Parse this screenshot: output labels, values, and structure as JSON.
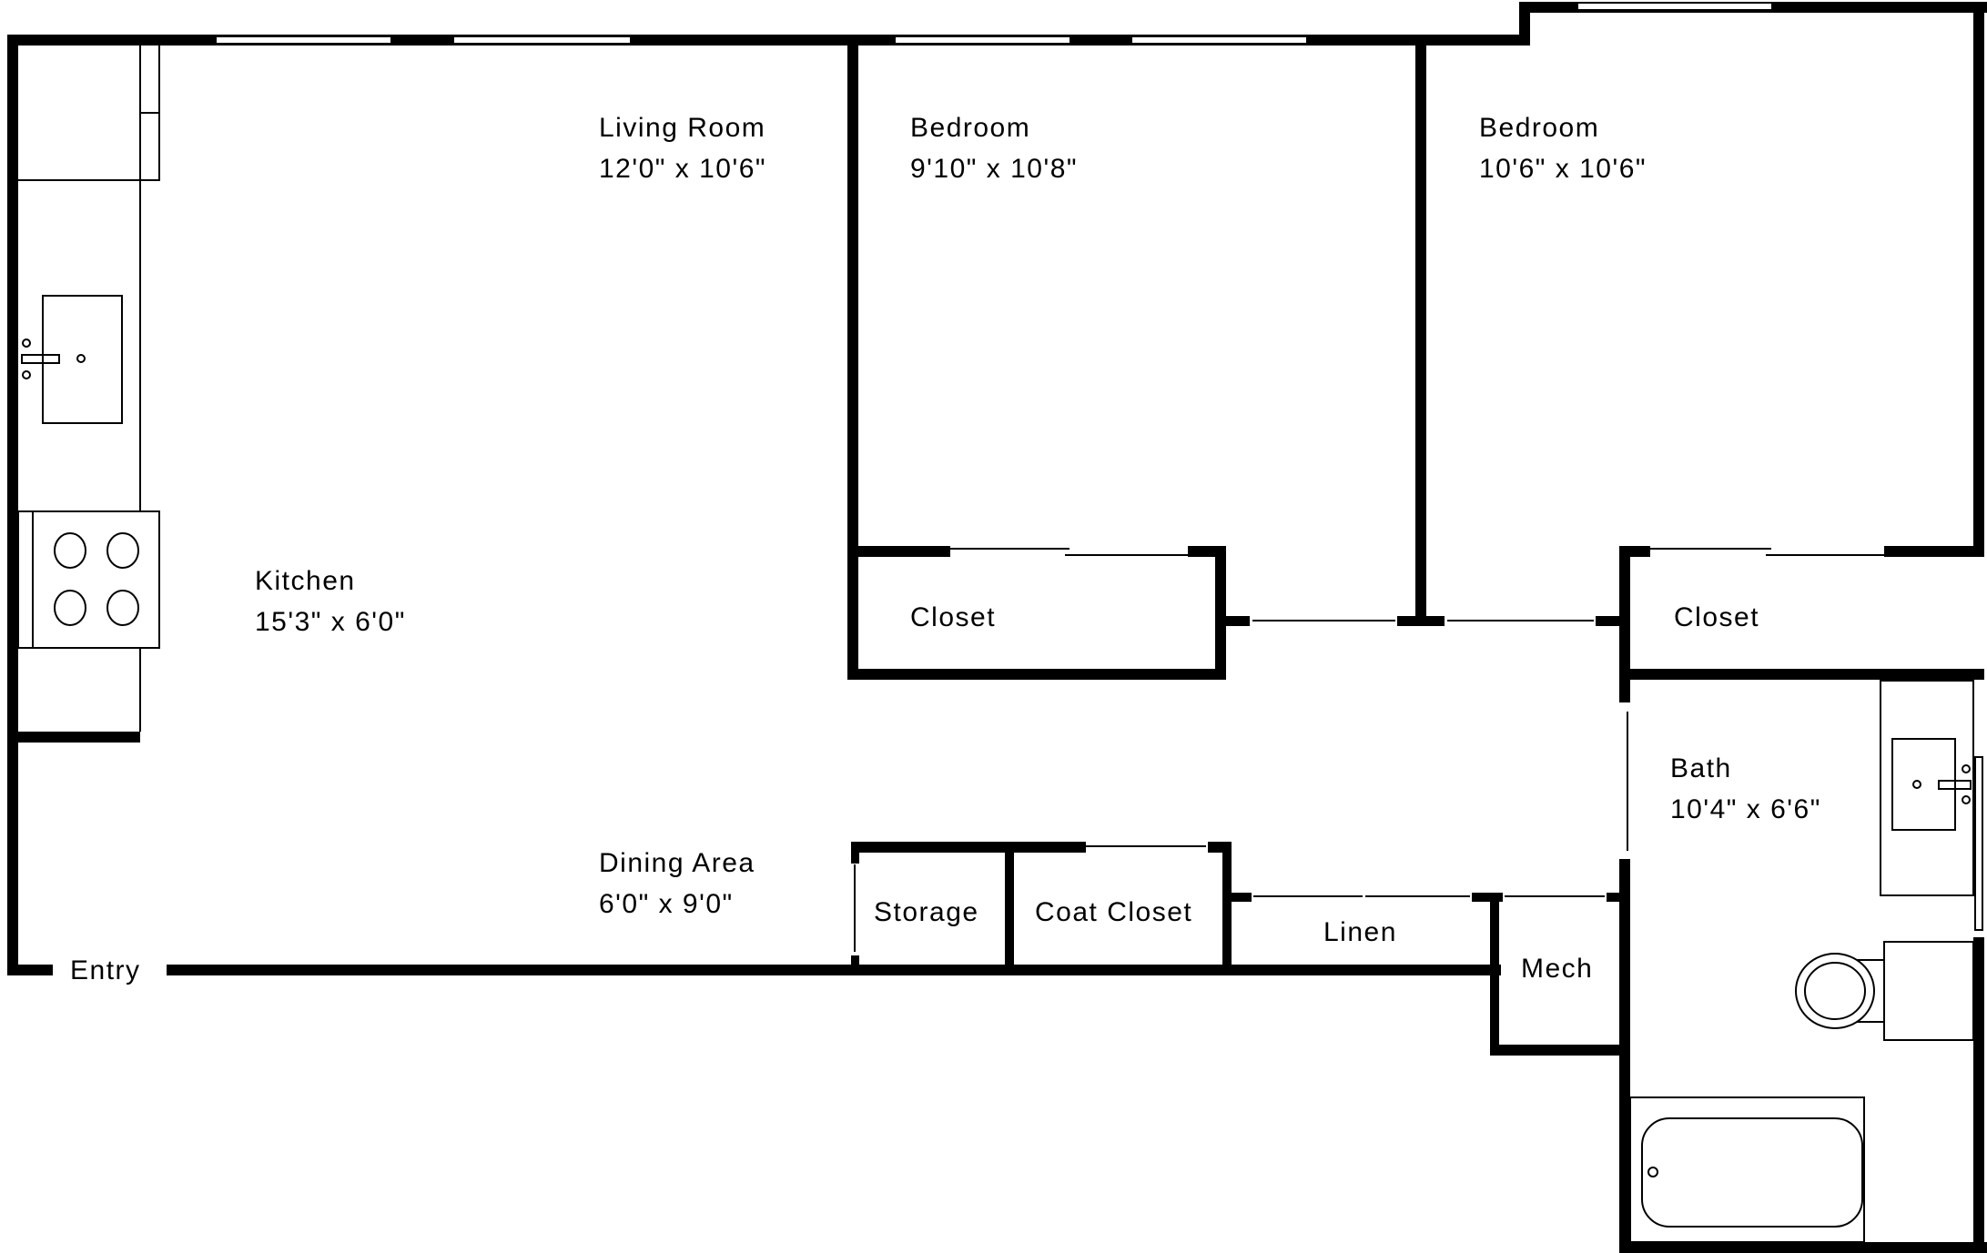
{
  "floorplan": {
    "colors": {
      "wall": "#000000",
      "background": "#ffffff"
    },
    "rooms": [
      {
        "id": "living-room",
        "name": "Living Room",
        "dimensions": "12'0\" x 10'6\""
      },
      {
        "id": "bedroom-1",
        "name": "Bedroom",
        "dimensions": "9'10\" x 10'8\""
      },
      {
        "id": "bedroom-2",
        "name": "Bedroom",
        "dimensions": "10'6\" x 10'6\""
      },
      {
        "id": "kitchen",
        "name": "Kitchen",
        "dimensions": "15'3\" x 6'0\""
      },
      {
        "id": "dining-area",
        "name": "Dining Area",
        "dimensions": "6'0\" x 9'0\""
      },
      {
        "id": "bath",
        "name": "Bath",
        "dimensions": "10'4\" x 6'6\""
      }
    ],
    "spaces": [
      {
        "id": "closet-1",
        "name": "Closet"
      },
      {
        "id": "closet-2",
        "name": "Closet"
      },
      {
        "id": "storage",
        "name": "Storage"
      },
      {
        "id": "coat-closet",
        "name": "Coat Closet"
      },
      {
        "id": "linen",
        "name": "Linen"
      },
      {
        "id": "mech",
        "name": "Mech"
      },
      {
        "id": "entry",
        "name": "Entry"
      }
    ],
    "fixtures": [
      "kitchen-sink",
      "stove-4-burner",
      "bathroom-sink",
      "toilet",
      "bathtub"
    ]
  }
}
